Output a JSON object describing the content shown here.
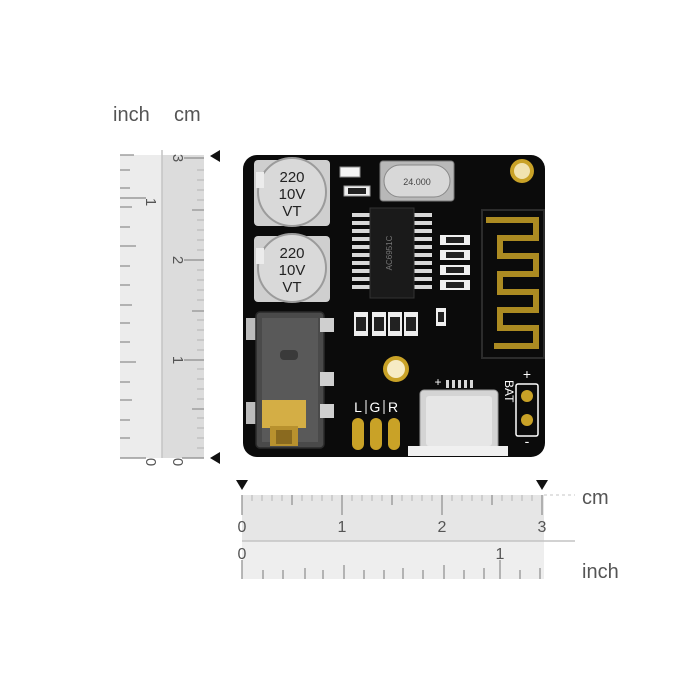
{
  "vertical_ruler": {
    "inch_unit": "inch",
    "cm_unit": "cm",
    "inch_labels": [
      "1",
      "0"
    ],
    "cm_labels": [
      "3",
      "2",
      "1",
      "0"
    ]
  },
  "horizontal_ruler": {
    "cm_unit": "cm",
    "inch_unit": "inch",
    "cm_labels": [
      "0",
      "1",
      "2",
      "3"
    ],
    "inch_labels": [
      "0",
      "1"
    ]
  },
  "board": {
    "cap_top": [
      "220",
      "10V",
      "VT"
    ],
    "cap_bottom": [
      "220",
      "10V",
      "VT"
    ],
    "crystal": "24.000",
    "chip": "AC6951C",
    "channel_labels": [
      "L",
      "G",
      "R"
    ],
    "bat_label": "BAT",
    "plus_sign": "+",
    "minus_sign": "-",
    "usb_plus": "+"
  },
  "colors": {
    "pcb": "#0b0b0b",
    "silkscreen": "#ffffff",
    "gold": "#c9a227",
    "ruler_fill": "#e6e6e6",
    "ruler_text": "#555555"
  }
}
